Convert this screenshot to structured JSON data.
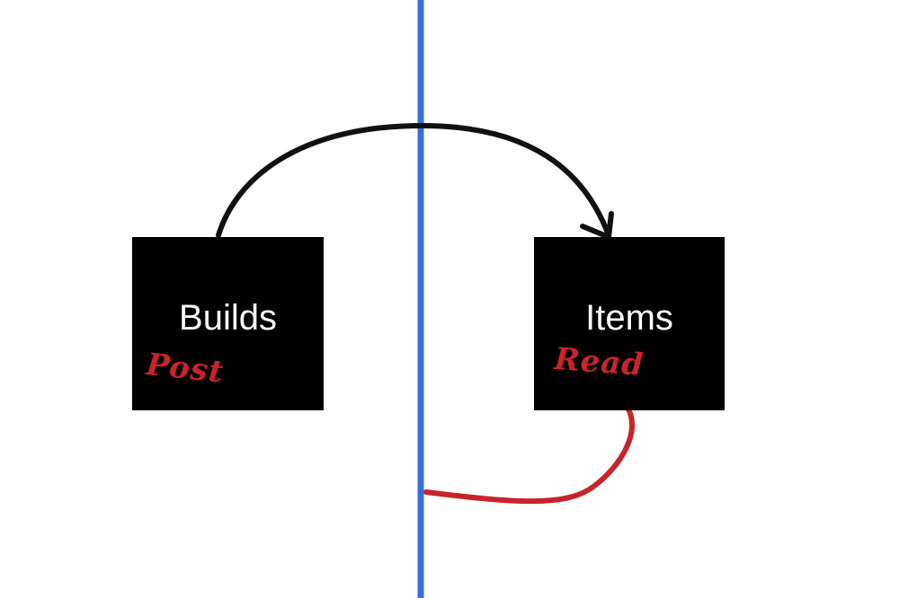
{
  "diagram": {
    "nodes": [
      {
        "id": "builds",
        "label": "Builds",
        "note": "Post"
      },
      {
        "id": "items",
        "label": "Items",
        "note": "Read"
      }
    ],
    "edges": [
      {
        "from": "builds",
        "to": "items",
        "style": "black-arrow"
      },
      {
        "from": "items",
        "to": "divider-line",
        "style": "red-line"
      }
    ],
    "colors": {
      "box_fill": "#000000",
      "box_text": "#ffffff",
      "annotation": "#c8232c",
      "arrow": "#000000",
      "divider": "#3a6fd8"
    }
  }
}
